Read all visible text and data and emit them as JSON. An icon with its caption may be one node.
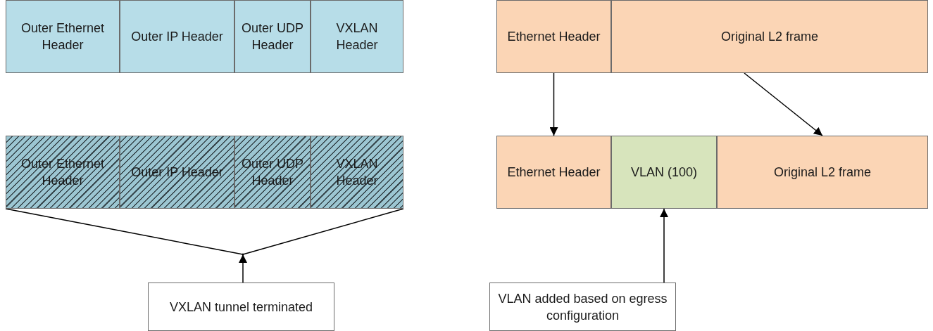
{
  "diagram": {
    "nodes": [
      {
        "text": [
          "Outer Ethernet Header"
        ]
      },
      {
        "text": [
          "Outer IP Header"
        ]
      },
      {
        "text": [
          "Outer UDP Header"
        ]
      },
      {
        "text": [
          "VXLAN Header"
        ]
      },
      {
        "text": [
          "Ethernet Header"
        ]
      },
      {
        "text": [
          "Original L2 frame"
        ]
      },
      {
        "text": [
          "Outer Ethernet Header"
        ]
      },
      {
        "text": [
          "Outer IP Header"
        ]
      },
      {
        "text": [
          "Outer UDP Header"
        ]
      },
      {
        "text": [
          "VXLAN Header"
        ]
      },
      {
        "text": [
          "Ethernet Header"
        ]
      },
      {
        "text": [
          "VLAN (100)"
        ]
      },
      {
        "text": [
          "Original L2 frame"
        ]
      },
      {
        "text": [
          "VXLAN tunnel terminated"
        ]
      },
      {
        "text": [
          "VLAN added based on egress configuration"
        ]
      },
      {
        "text": [],
        "shape": "point"
      }
    ],
    "edges": [
      {
        "from": 4,
        "to": 10,
        "arrow": "to"
      },
      {
        "from": 5,
        "to": 12,
        "arrow": "to"
      },
      {
        "from": 13,
        "to": 15,
        "arrow": "to"
      },
      {
        "from": 15,
        "to": 6,
        "arrow": "none"
      },
      {
        "from": 15,
        "to": 9,
        "arrow": "none"
      },
      {
        "from": 14,
        "to": 11,
        "arrow": "to"
      }
    ]
  }
}
